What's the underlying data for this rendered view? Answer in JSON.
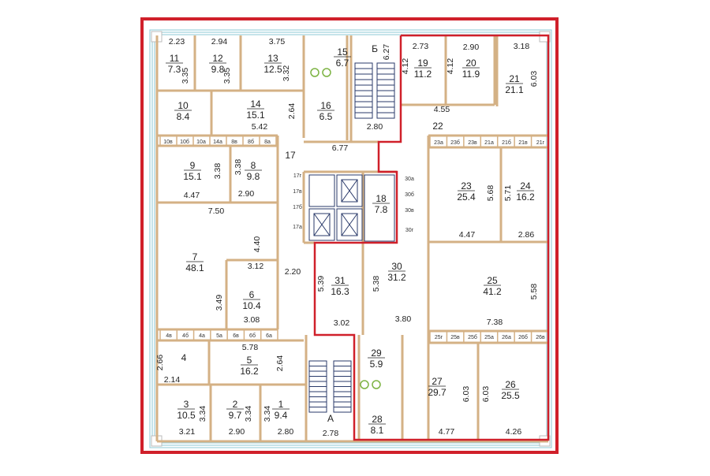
{
  "plan": {
    "rooms": [
      {
        "num": "1",
        "area": "9.4"
      },
      {
        "num": "2",
        "area": "9.7"
      },
      {
        "num": "3",
        "area": "10.5"
      },
      {
        "num": "5",
        "area": "16.2"
      },
      {
        "num": "6",
        "area": "10.4"
      },
      {
        "num": "7",
        "area": "48.1"
      },
      {
        "num": "8",
        "area": "9.8"
      },
      {
        "num": "9",
        "area": "15.1"
      },
      {
        "num": "10",
        "area": "8.4"
      },
      {
        "num": "11",
        "area": "7.3"
      },
      {
        "num": "12",
        "area": "9.8"
      },
      {
        "num": "13",
        "area": "12.5"
      },
      {
        "num": "14",
        "area": "15.1"
      },
      {
        "num": "15",
        "area": "6.7"
      },
      {
        "num": "16",
        "area": "6.5"
      },
      {
        "num": "18",
        "area": "7.8"
      },
      {
        "num": "19",
        "area": "11.2"
      },
      {
        "num": "20",
        "area": "11.9"
      },
      {
        "num": "21",
        "area": "21.1"
      },
      {
        "num": "23",
        "area": "25.4"
      },
      {
        "num": "24",
        "area": "16.2"
      },
      {
        "num": "25",
        "area": "41.2"
      },
      {
        "num": "26",
        "area": "25.5"
      },
      {
        "num": "27",
        "area": "29.7"
      },
      {
        "num": "28",
        "area": "8.1"
      },
      {
        "num": "29",
        "area": "5.9"
      },
      {
        "num": "30",
        "area": "31.2"
      },
      {
        "num": "31",
        "area": "16.3"
      }
    ],
    "labels": [
      "4",
      "17",
      "22",
      "Б",
      "A"
    ],
    "dimensions": [
      "2.23",
      "2.94",
      "3.75",
      "3.35",
      "3.35",
      "3.32",
      "6.27",
      "2.64",
      "5.42",
      "2.80",
      "6.77",
      "4.47",
      "3.38",
      "3.38",
      "2.90",
      "7.50",
      "2.73",
      "2.90",
      "3.18",
      "4.12",
      "4.12",
      "6.03",
      "4.55",
      "5.68",
      "5.71",
      "4.47",
      "2.86",
      "4.40",
      "3.12",
      "2.20",
      "5.39",
      "5.38",
      "3.49",
      "3.08",
      "3.02",
      "3.80",
      "5.58",
      "7.38",
      "5.78",
      "2.66",
      "2.14",
      "2.64",
      "3.34",
      "3.34",
      "3.34",
      "3.21",
      "2.90",
      "2.80",
      "2.78",
      "6.03",
      "6.03",
      "4.77",
      "4.26"
    ],
    "closets": {
      "top_left": [
        "10в",
        "10б",
        "10а",
        "14а",
        "8в",
        "8б",
        "8а"
      ],
      "top_right": [
        "23а",
        "23б",
        "23в",
        "21а",
        "21б",
        "21в",
        "21г"
      ],
      "bottom_left": [
        "4в",
        "4б",
        "4а",
        "5а",
        "6в",
        "6б",
        "6а"
      ],
      "bottom_right": [
        "25г",
        "25в",
        "25б",
        "25а",
        "26а",
        "26б",
        "26в"
      ],
      "core_left": [
        "17г",
        "17в",
        "17б",
        "17а"
      ],
      "core_right": [
        "30а",
        "30б",
        "30в",
        "30г"
      ]
    },
    "colors": {
      "highlight": "#d0202a",
      "walls": "#d4b185",
      "exterior": "#9fd3dd",
      "stairs": "#2a3a6a"
    }
  }
}
